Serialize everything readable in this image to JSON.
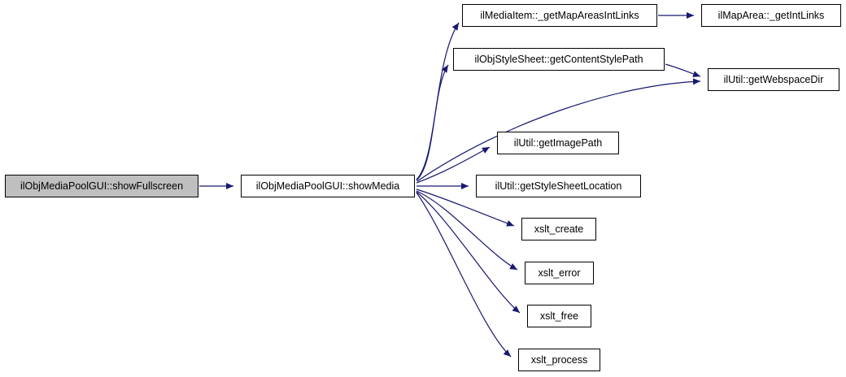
{
  "diagram": {
    "type": "call-graph",
    "background": "#ffffff",
    "edge_color": "#191970",
    "node_border_color": "#000000",
    "node_fill_color": "#ffffff",
    "highlight_fill_color": "#bfbfbf",
    "nodes": [
      {
        "id": "showFullscreen",
        "label": "ilObjMediaPoolGUI::showFullscreen",
        "highlighted": true
      },
      {
        "id": "showMedia",
        "label": "ilObjMediaPoolGUI::showMedia",
        "highlighted": false
      },
      {
        "id": "getMapAreasIntLinks",
        "label": "ilMediaItem::_getMapAreasIntLinks",
        "highlighted": false
      },
      {
        "id": "getIntLinks",
        "label": "ilMapArea::_getIntLinks",
        "highlighted": false
      },
      {
        "id": "getContentStylePath",
        "label": "ilObjStyleSheet::getContentStylePath",
        "highlighted": false
      },
      {
        "id": "getWebspaceDir",
        "label": "ilUtil::getWebspaceDir",
        "highlighted": false
      },
      {
        "id": "getImagePath",
        "label": "ilUtil::getImagePath",
        "highlighted": false
      },
      {
        "id": "getStyleSheetLocation",
        "label": "ilUtil::getStyleSheetLocation",
        "highlighted": false
      },
      {
        "id": "xslt_create",
        "label": "xslt_create",
        "highlighted": false
      },
      {
        "id": "xslt_error",
        "label": "xslt_error",
        "highlighted": false
      },
      {
        "id": "xslt_free",
        "label": "xslt_free",
        "highlighted": false
      },
      {
        "id": "xslt_process",
        "label": "xslt_process",
        "highlighted": false
      }
    ],
    "edges": [
      {
        "from": "showFullscreen",
        "to": "showMedia"
      },
      {
        "from": "showMedia",
        "to": "getMapAreasIntLinks"
      },
      {
        "from": "showMedia",
        "to": "getContentStylePath"
      },
      {
        "from": "showMedia",
        "to": "getWebspaceDir"
      },
      {
        "from": "showMedia",
        "to": "getImagePath"
      },
      {
        "from": "showMedia",
        "to": "getStyleSheetLocation"
      },
      {
        "from": "showMedia",
        "to": "xslt_create"
      },
      {
        "from": "showMedia",
        "to": "xslt_error"
      },
      {
        "from": "showMedia",
        "to": "xslt_free"
      },
      {
        "from": "showMedia",
        "to": "xslt_process"
      },
      {
        "from": "getMapAreasIntLinks",
        "to": "getIntLinks"
      },
      {
        "from": "getContentStylePath",
        "to": "getWebspaceDir"
      }
    ]
  }
}
